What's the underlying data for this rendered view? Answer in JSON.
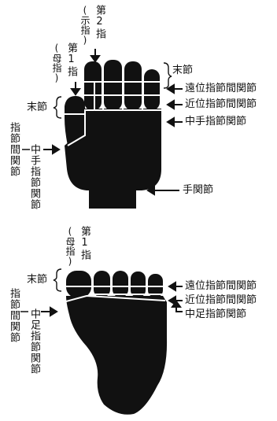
{
  "hand": {
    "finger2_label": "第2指",
    "finger2_sub": "(示指)",
    "finger1_label": "第1指",
    "finger1_sub": "(母指)",
    "distal_top": "末節",
    "dip": "遠位指節間関節",
    "pip": "近位指節間関節",
    "mcp": "中手指節関節",
    "distal_left": "末節",
    "ip_vertical": "指節間関節",
    "metacarpal_vertical": "中手指節関節",
    "wrist": "手関節"
  },
  "foot": {
    "toe1_label": "第1指",
    "toe1_sub": "(母指)",
    "distal_left": "末節",
    "ip_vertical": "指節間関節",
    "mtp_vertical": "中足指節関節",
    "dip": "遠位指節間関節",
    "pip": "近位指節間関節",
    "mtp": "中足指節関節"
  },
  "colors": {
    "ink": "#111111",
    "bg": "#ffffff"
  }
}
